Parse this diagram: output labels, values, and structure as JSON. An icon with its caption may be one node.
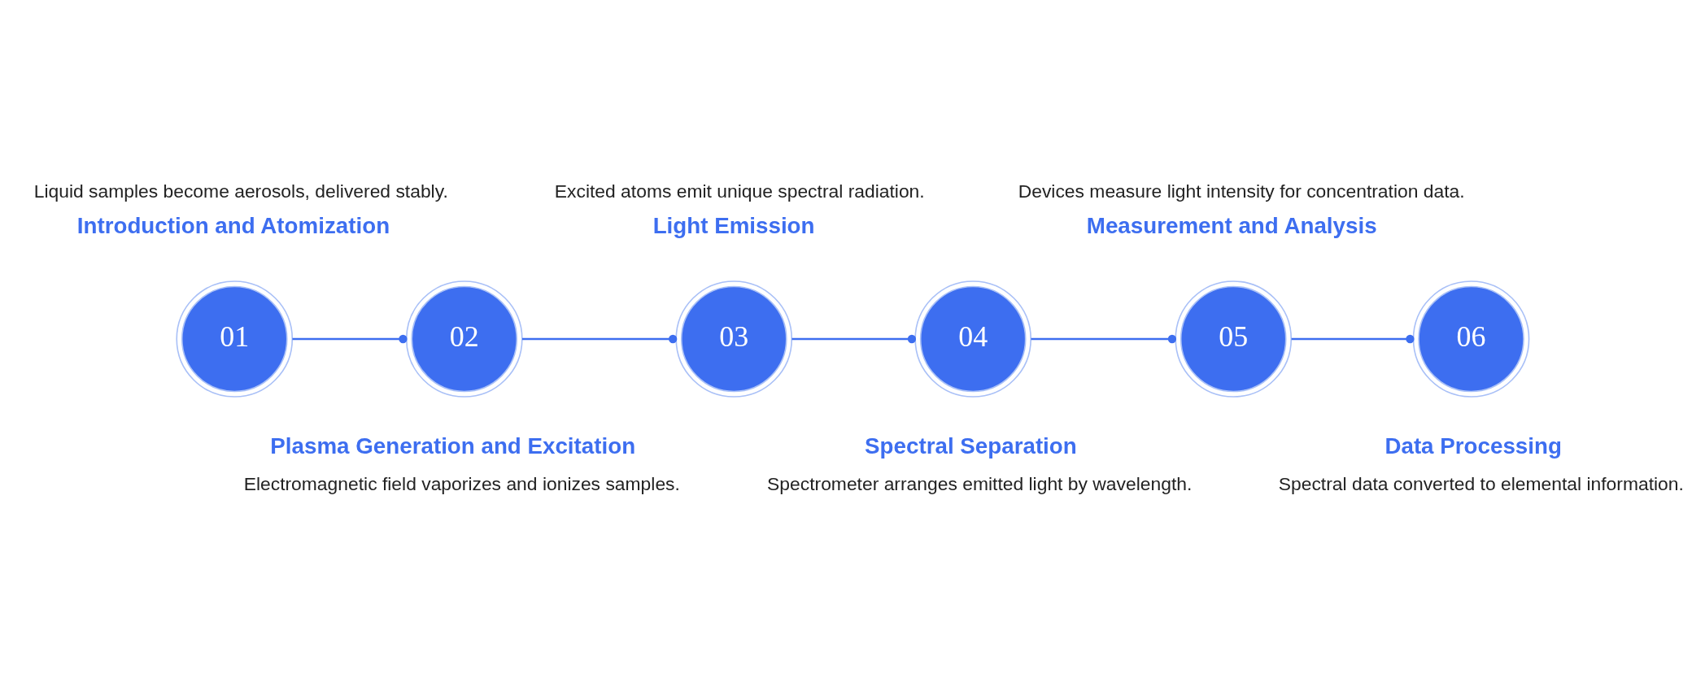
{
  "diagram": {
    "nodes": [
      {
        "text": [
          "01"
        ],
        "beside": [
          "Introduction and Atomization",
          "Liquid samples become aerosols, delivered stably."
        ]
      },
      {
        "text": [
          "02"
        ],
        "beside": [
          "Plasma Generation and Excitation",
          "Electromagnetic field vaporizes and ionizes samples."
        ]
      },
      {
        "text": [
          "03"
        ],
        "beside": [
          "Light Emission",
          "Excited atoms emit unique spectral radiation."
        ]
      },
      {
        "text": [
          "04"
        ],
        "beside": [
          "Spectral Separation",
          "Spectrometer arranges emitted light by wavelength."
        ]
      },
      {
        "text": [
          "05"
        ],
        "beside": [
          "Measurement and Analysis",
          "Devices measure light intensity for concentration data."
        ]
      },
      {
        "text": [
          "06"
        ],
        "beside": [
          "Data Processing",
          "Spectral data converted to elemental information."
        ]
      }
    ],
    "edges": [
      {
        "from": 0,
        "to": 1,
        "arrow": "other"
      },
      {
        "from": 1,
        "to": 2,
        "arrow": "other"
      },
      {
        "from": 2,
        "to": 3,
        "arrow": "other"
      },
      {
        "from": 3,
        "to": 4,
        "arrow": "other"
      },
      {
        "from": 4,
        "to": 5,
        "arrow": "other"
      }
    ]
  }
}
